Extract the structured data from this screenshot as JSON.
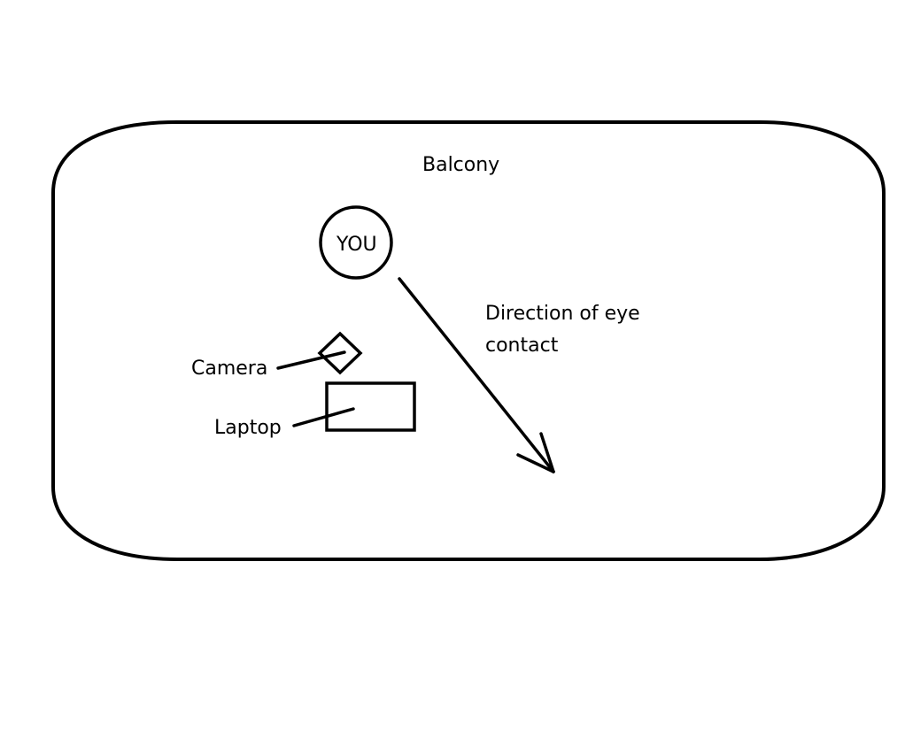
{
  "diagram": {
    "labels": {
      "area": "Balcony",
      "person": "YOU",
      "eye_contact_line1": "Direction of eye",
      "eye_contact_line2": "contact",
      "camera": "Camera",
      "laptop": "Laptop"
    },
    "colors": {
      "stroke": "#000000",
      "background": "#ffffff"
    }
  }
}
